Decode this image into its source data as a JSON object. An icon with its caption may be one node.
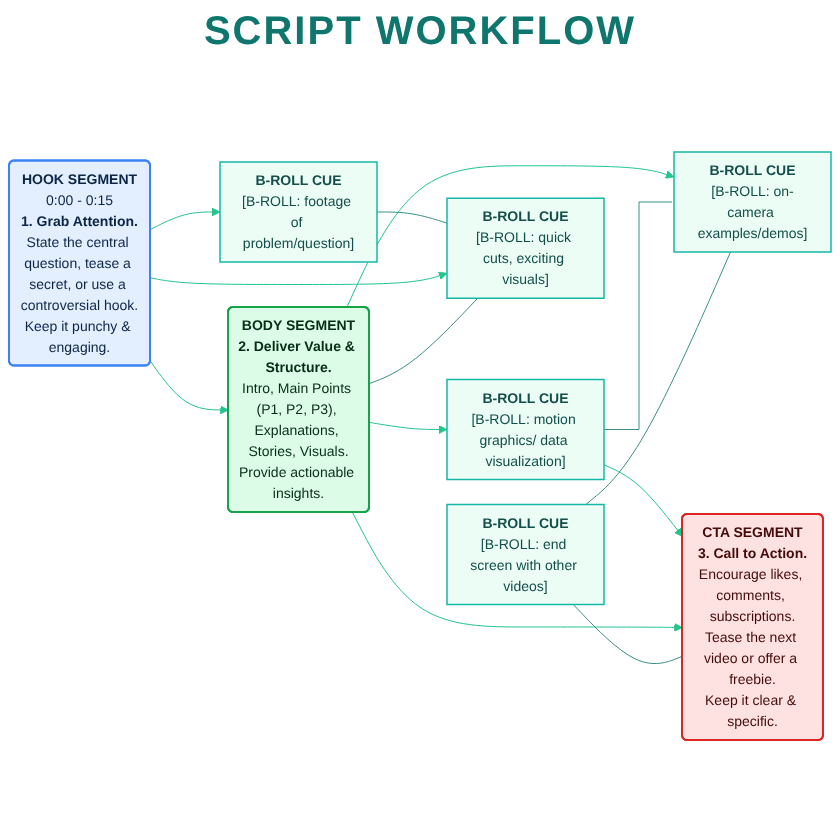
{
  "diagram": {
    "title": "SCRIPT WORKFLOW",
    "nodes": [
      {
        "text": [
          "B-ROLL CUE",
          "[B-ROLL: footage of problem/question]"
        ]
      },
      {
        "text": [
          "B-ROLL CUE",
          "[B-ROLL: motion graphics/ data visualization]"
        ]
      },
      {
        "text": [
          "HOOK SEGMENT",
          "0:00 - 0:15",
          "1. Grab Attention.",
          "State the central question, tease a secret, or use a controversial hook.",
          "Keep it punchy & engaging."
        ]
      },
      {
        "text": [
          "BODY SEGMENT",
          "2. Deliver Value & Structure.",
          "Intro, Main Points (P1, P2, P3), Explanations, Stories, Visuals.",
          "Provide actionable insights."
        ]
      },
      {
        "text": [
          "CTA SEGMENT",
          "3. Call to Action.",
          "Encourage likes, comments, subscriptions.",
          "Tease the next video or offer a freebie.",
          "Keep it clear & specific."
        ]
      },
      {
        "text": [
          "B-ROLL CUE",
          "[B-ROLL: quick cuts, exciting visuals]"
        ]
      },
      {
        "text": [
          "B-ROLL CUE",
          "[B-ROLL: on-camera examples/demos]"
        ]
      },
      {
        "text": [
          "B-ROLL CUE",
          "[B-ROLL: end screen with other videos]"
        ]
      }
    ],
    "edges": [
      {
        "from": 2,
        "to": 0,
        "arrow": "to"
      },
      {
        "from": 0,
        "to": 5,
        "arrow": "none",
        "color": "#3a8f86"
      },
      {
        "from": 2,
        "to": 3,
        "arrow": "to"
      },
      {
        "from": 3,
        "to": 1,
        "arrow": "to"
      },
      {
        "from": 1,
        "to": 6,
        "arrow": "none",
        "color": "#3a8f86"
      },
      {
        "from": 1,
        "to": 4,
        "arrow": "to"
      },
      {
        "from": 3,
        "to": 4,
        "arrow": "to"
      },
      {
        "from": 2,
        "to": 5,
        "arrow": "to"
      },
      {
        "from": 3,
        "to": 5,
        "arrow": "none",
        "color": "#3a8f86"
      },
      {
        "from": 3,
        "to": 6,
        "arrow": "to"
      },
      {
        "from": 7,
        "to": 6,
        "arrow": "none",
        "color": "#3a8f86"
      },
      {
        "from": 7,
        "to": 4,
        "arrow": "none",
        "color": "#3a8f86"
      }
    ]
  }
}
